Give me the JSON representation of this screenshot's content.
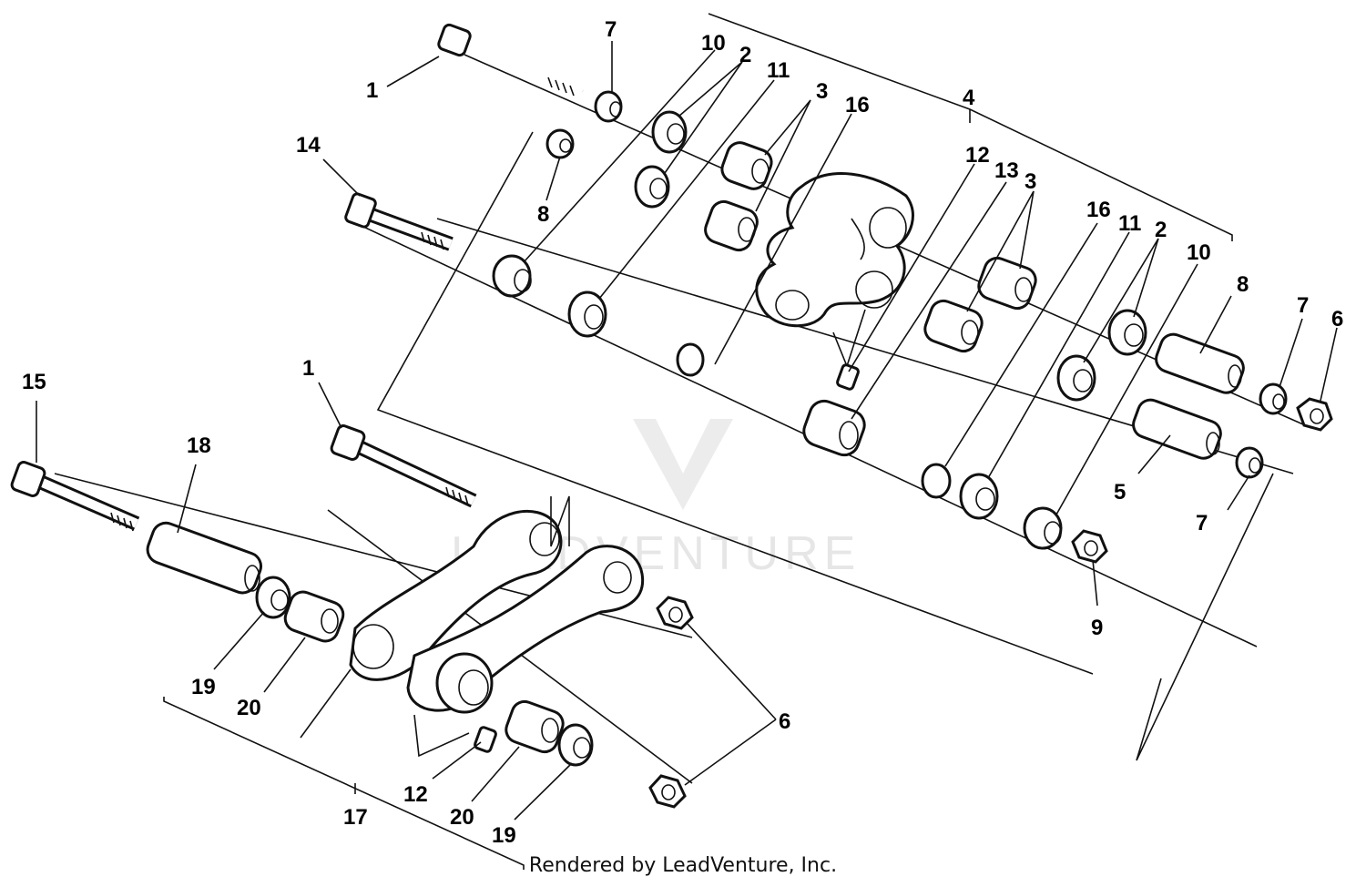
{
  "labels": {
    "l1a": "1",
    "l7a": "7",
    "l10a": "10",
    "l2a": "2",
    "l11a": "11",
    "l3a": "3",
    "l16a": "16",
    "l4": "4",
    "l14": "14",
    "l8a": "8",
    "l12a": "12",
    "l13": "13",
    "l3b": "3",
    "l16b": "16",
    "l11b": "11",
    "l2b": "2",
    "l10b": "10",
    "l8b": "8",
    "l7b": "7",
    "l6a": "6",
    "l5": "5",
    "l7c": "7",
    "l9": "9",
    "l15": "15",
    "l18": "18",
    "l1b": "1",
    "l19a": "19",
    "l20a": "20",
    "l6b": "6",
    "l12b": "12",
    "l20b": "20",
    "l19b": "19",
    "l17": "17"
  },
  "watermark": "LEADVENTURE",
  "footer": "Rendered by LeadVenture, Inc."
}
